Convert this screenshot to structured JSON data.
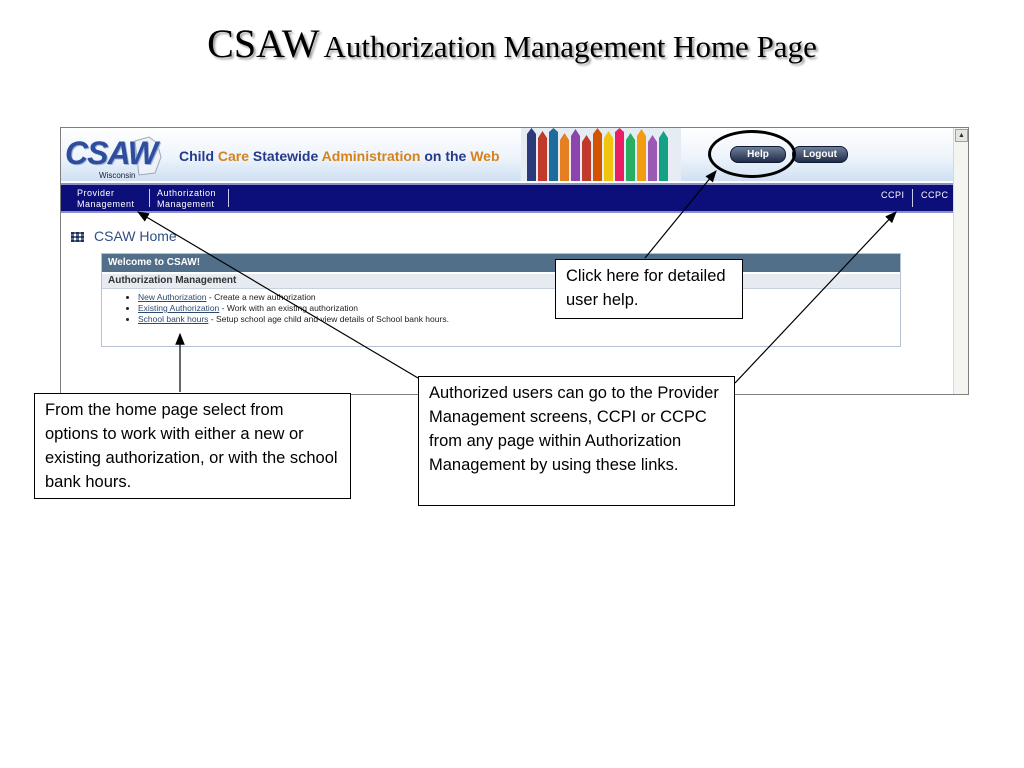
{
  "slide": {
    "title_main": "CSAW",
    "title_sub": "Authorization Management Home Page"
  },
  "app": {
    "logo_text": "CSAW",
    "logo_sub": "Wisconsin",
    "tagline_parts": [
      "Child ",
      "Care ",
      "Statewide ",
      "Administration ",
      "on the ",
      "Web"
    ],
    "help_label": "Help",
    "logout_label": "Logout",
    "nav": {
      "provider_line1": "Provider",
      "provider_line2": "Management",
      "authorization_line1": "Authorization",
      "authorization_line2": "Management",
      "ccpi": "CCPI",
      "ccpc": "CCPC"
    },
    "page_heading": "CSAW Home",
    "welcome_title": "Welcome to CSAW!",
    "section_title": "Authorization Management",
    "links": [
      {
        "label": "New Authorization",
        "desc": " - Create a new authorization"
      },
      {
        "label": "Existing Authorization",
        "desc": " - Work with an existing authorization"
      },
      {
        "label": "School bank hours",
        "desc": " - Setup school age child and view details of School bank hours."
      }
    ]
  },
  "callouts": {
    "help": "Click here for detailed user help.",
    "home": "From the home page select from options to work with either a new or existing authorization, or with the school bank hours.",
    "links": "Authorized users can go to the Provider Management screens, CCPI or CCPC from any page within Authorization Management by using these links."
  }
}
